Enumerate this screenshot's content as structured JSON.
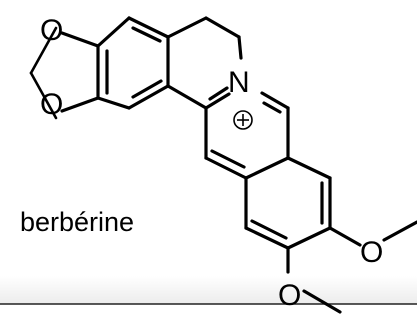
{
  "molecule": {
    "caption": "berbérine",
    "atoms": {
      "oxygen": "O",
      "nitrogen": "N"
    },
    "charge": "positive"
  },
  "colors": {
    "ink": "#000000",
    "background": "#ffffff",
    "footer_fade": "#eeeeee"
  }
}
